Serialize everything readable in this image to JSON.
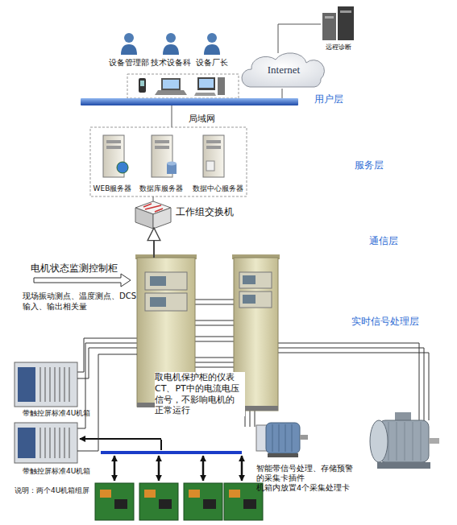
{
  "diagram": {
    "nodes": [
      {
        "text": [
          "远程诊断"
        ]
      },
      {
        "text": [
          "Internet"
        ]
      },
      {
        "text": [
          "设备管理部"
        ]
      },
      {
        "text": [
          "技术设备科"
        ]
      },
      {
        "text": [
          "设备厂长"
        ]
      },
      {
        "text": [
          "局域网"
        ]
      },
      {
        "text": [
          "WEB服务器"
        ]
      },
      {
        "text": [
          "数据库服务器"
        ]
      },
      {
        "text": [
          "数据中心服务器"
        ]
      },
      {
        "text": [
          "工作组交换机"
        ]
      },
      {
        "text": [
          "电机状态监测控制柜"
        ]
      },
      {
        "text": [
          "带触控屏标准4U机箱"
        ]
      },
      {
        "text": [
          "带触控屏标准4U机箱"
        ]
      }
    ],
    "edges": [
      {
        "from": 0,
        "to": 1,
        "arrow": "none"
      },
      {
        "from": 1,
        "to": 5,
        "arrow": "none"
      },
      {
        "from": 10,
        "to": 9,
        "arrow": "to"
      },
      {
        "from": 10,
        "to": 11,
        "arrow": "none"
      },
      {
        "from": 10,
        "to": 12,
        "arrow": "none"
      }
    ],
    "labels": [
      "用户层",
      "服务层",
      "通信层",
      "实时信号处理层",
      "现场振动测点、温度测点、DCS 输入、输出相关量",
      "取电机保护柜的仪表 CT、PT中的电流电压 信号，不影响电机的 正常运行",
      "智能带信号处理、存储预警 的采集卡插件 机箱内放置4个采集处理卡",
      "说明：两个4U机箱组屏"
    ]
  }
}
